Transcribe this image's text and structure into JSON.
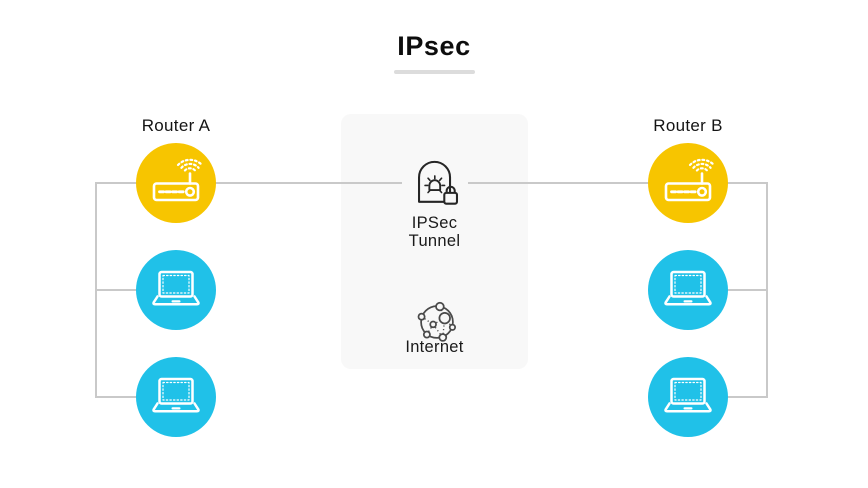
{
  "title": {
    "text": "IPsec"
  },
  "left_group": {
    "router": {
      "label": "Router A",
      "icon": "wireless-router-icon"
    },
    "devices": [
      {
        "icon": "laptop-icon"
      },
      {
        "icon": "laptop-icon"
      }
    ]
  },
  "right_group": {
    "router": {
      "label": "Router B",
      "icon": "wireless-router-icon"
    },
    "devices": [
      {
        "icon": "laptop-icon"
      },
      {
        "icon": "laptop-icon"
      }
    ]
  },
  "center_panel": {
    "tunnel": {
      "label_line1": "IPSec",
      "label_line2": "Tunnel",
      "icon": "secure-tunnel-lock-icon"
    },
    "internet": {
      "label": "Internet",
      "icon": "internet-globe-icon"
    }
  },
  "colors": {
    "router_accent": "#F7C500",
    "device_accent": "#20C1E8",
    "panel_background": "#F8F8F8",
    "connector_line": "#C9C9C9",
    "title_underline": "#DCDCDC",
    "icon_stroke_light": "#FFFFFF",
    "icon_stroke_dark": "#262626",
    "text": "#141414"
  }
}
